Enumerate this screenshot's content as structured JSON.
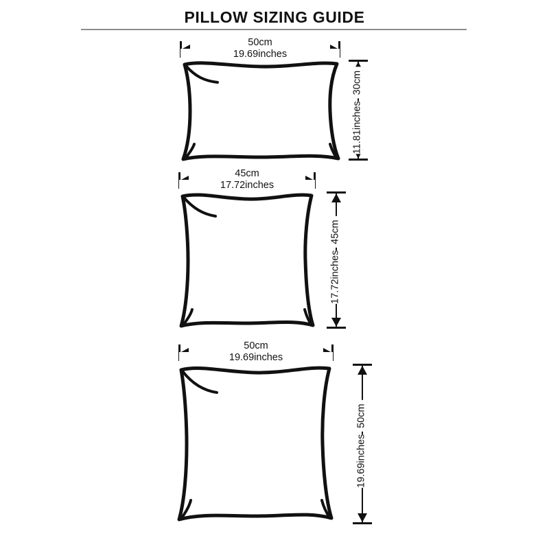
{
  "title": "PILLOW SIZING GUIDE",
  "colors": {
    "ink": "#111111",
    "rule": "#8d8d8d",
    "background": "#ffffff"
  },
  "pillows": [
    {
      "name": "rectangular-pillow",
      "shape": "rectangle",
      "width": {
        "cm": "50cm",
        "inches": "19.69inches"
      },
      "height": {
        "cm": "30cm",
        "inches": "11.81inches"
      }
    },
    {
      "name": "square-pillow-45",
      "shape": "square",
      "width": {
        "cm": "45cm",
        "inches": "17.72inches"
      },
      "height": {
        "cm": "45cm",
        "inches": "17.72inches"
      }
    },
    {
      "name": "square-pillow-50",
      "shape": "square",
      "width": {
        "cm": "50cm",
        "inches": "19.69inches"
      },
      "height": {
        "cm": "50cm",
        "inches": "19.69inches"
      }
    }
  ]
}
